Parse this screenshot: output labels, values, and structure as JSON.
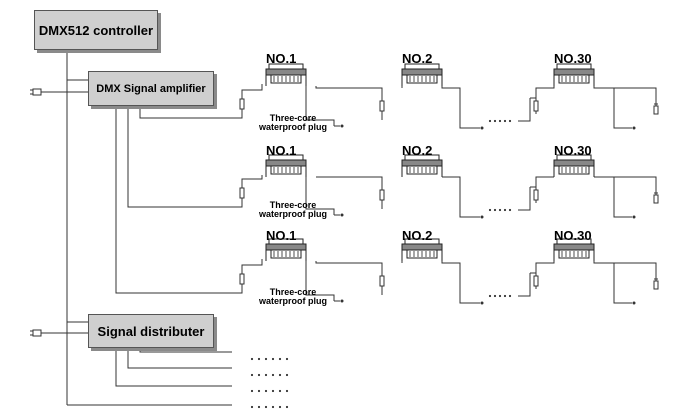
{
  "controller_label": "DMX512 controller",
  "amplifier_label": "DMX Signal amplifier",
  "distributer_label": "Signal distributer",
  "fixture_labels": [
    "NO.1",
    "NO.2",
    "NO.30"
  ],
  "plug_label_line1": "Three-core",
  "plug_label_line2": "waterproof plug",
  "rows": [
    {
      "fixtures": [
        "NO.1",
        "NO.2",
        "NO.30"
      ],
      "plug": [
        "Three-core",
        "waterproof plug"
      ]
    },
    {
      "fixtures": [
        "NO.1",
        "NO.2",
        "NO.30"
      ],
      "plug": [
        "Three-core",
        "waterproof plug"
      ]
    },
    {
      "fixtures": [
        "NO.1",
        "NO.2",
        "NO.30"
      ],
      "plug": [
        "Three-core",
        "waterproof plug"
      ]
    }
  ]
}
